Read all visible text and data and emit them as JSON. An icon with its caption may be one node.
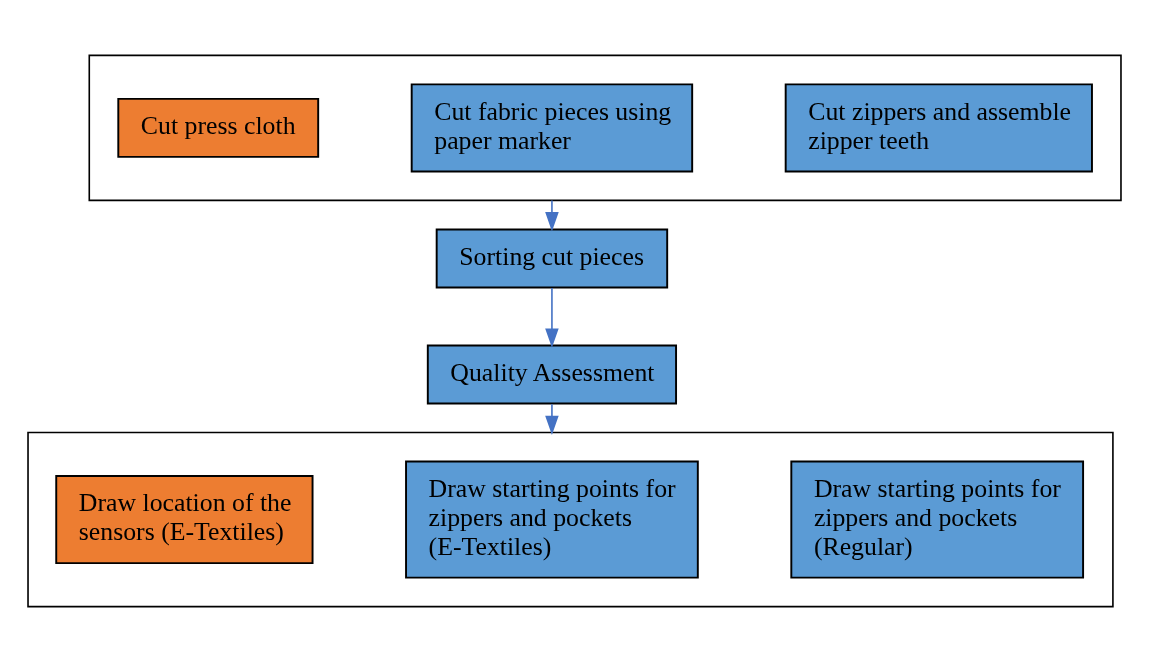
{
  "diagram": {
    "nodes": [
      {
        "text": [],
        "shape": "box"
      },
      {
        "text": [
          "Cut press cloth"
        ],
        "in": 0
      },
      {
        "text": [
          "Cut fabric pieces using paper marker"
        ],
        "in": 0
      },
      {
        "text": [
          "Cut zippers and assemble zipper teeth"
        ],
        "in": 0
      },
      {
        "text": [
          "Sorting cut pieces"
        ]
      },
      {
        "text": [
          "Quality Assessment"
        ]
      },
      {
        "text": [],
        "shape": "box"
      },
      {
        "text": [
          "Draw location of the sensors (E-Textiles)"
        ],
        "in": 6
      },
      {
        "text": [
          "Draw starting points for zippers and pockets (E-Textiles)"
        ],
        "in": 6
      },
      {
        "text": [
          "Draw starting points for zippers and pockets (Regular)"
        ],
        "in": 6
      }
    ],
    "edges": [
      {
        "from": 0,
        "to": 4,
        "arrow": "to"
      },
      {
        "from": 4,
        "to": 5,
        "arrow": "to"
      },
      {
        "from": 5,
        "to": 6,
        "arrow": "to"
      }
    ]
  }
}
